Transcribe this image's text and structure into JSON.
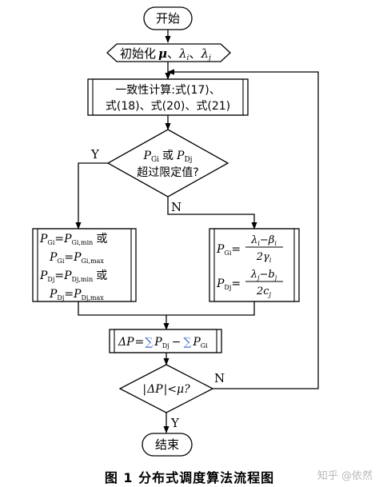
{
  "nodes": {
    "start": "开始",
    "init_prefix": "初始化",
    "init_vars": [
      "μ",
      "λ",
      "i",
      "λ",
      "j"
    ],
    "consensus_line1": "一致性计算:式(17)、",
    "consensus_line2": "式(18)、式(20)、式(21)",
    "decision1_line1_mid": "或",
    "decision1_line2": "超过限定值?",
    "limits_or": "或",
    "limits_min": "Gi,min",
    "limits_max": "Gi,max",
    "limits_dmin": "Dj,min",
    "limits_dmax": "Dj,max",
    "update_gi": "Gi",
    "update_dj": "Dj",
    "num1": "λ",
    "num1b": "−β",
    "den1": "2γ",
    "num2": "λ",
    "num2b": "−b",
    "den2": "2c",
    "delta_p": "ΔP",
    "sum_sym": "∑",
    "decision2": "<μ?",
    "end": "结束"
  },
  "labels": {
    "yes1": "Y",
    "no1": "N",
    "no2": "N",
    "yes2": "Y"
  },
  "caption": "图 1  分布式调度算法流程图",
  "watermark": "知乎 @依然",
  "colors": {
    "sum_blue": "#4a73c9",
    "line": "#000000"
  }
}
